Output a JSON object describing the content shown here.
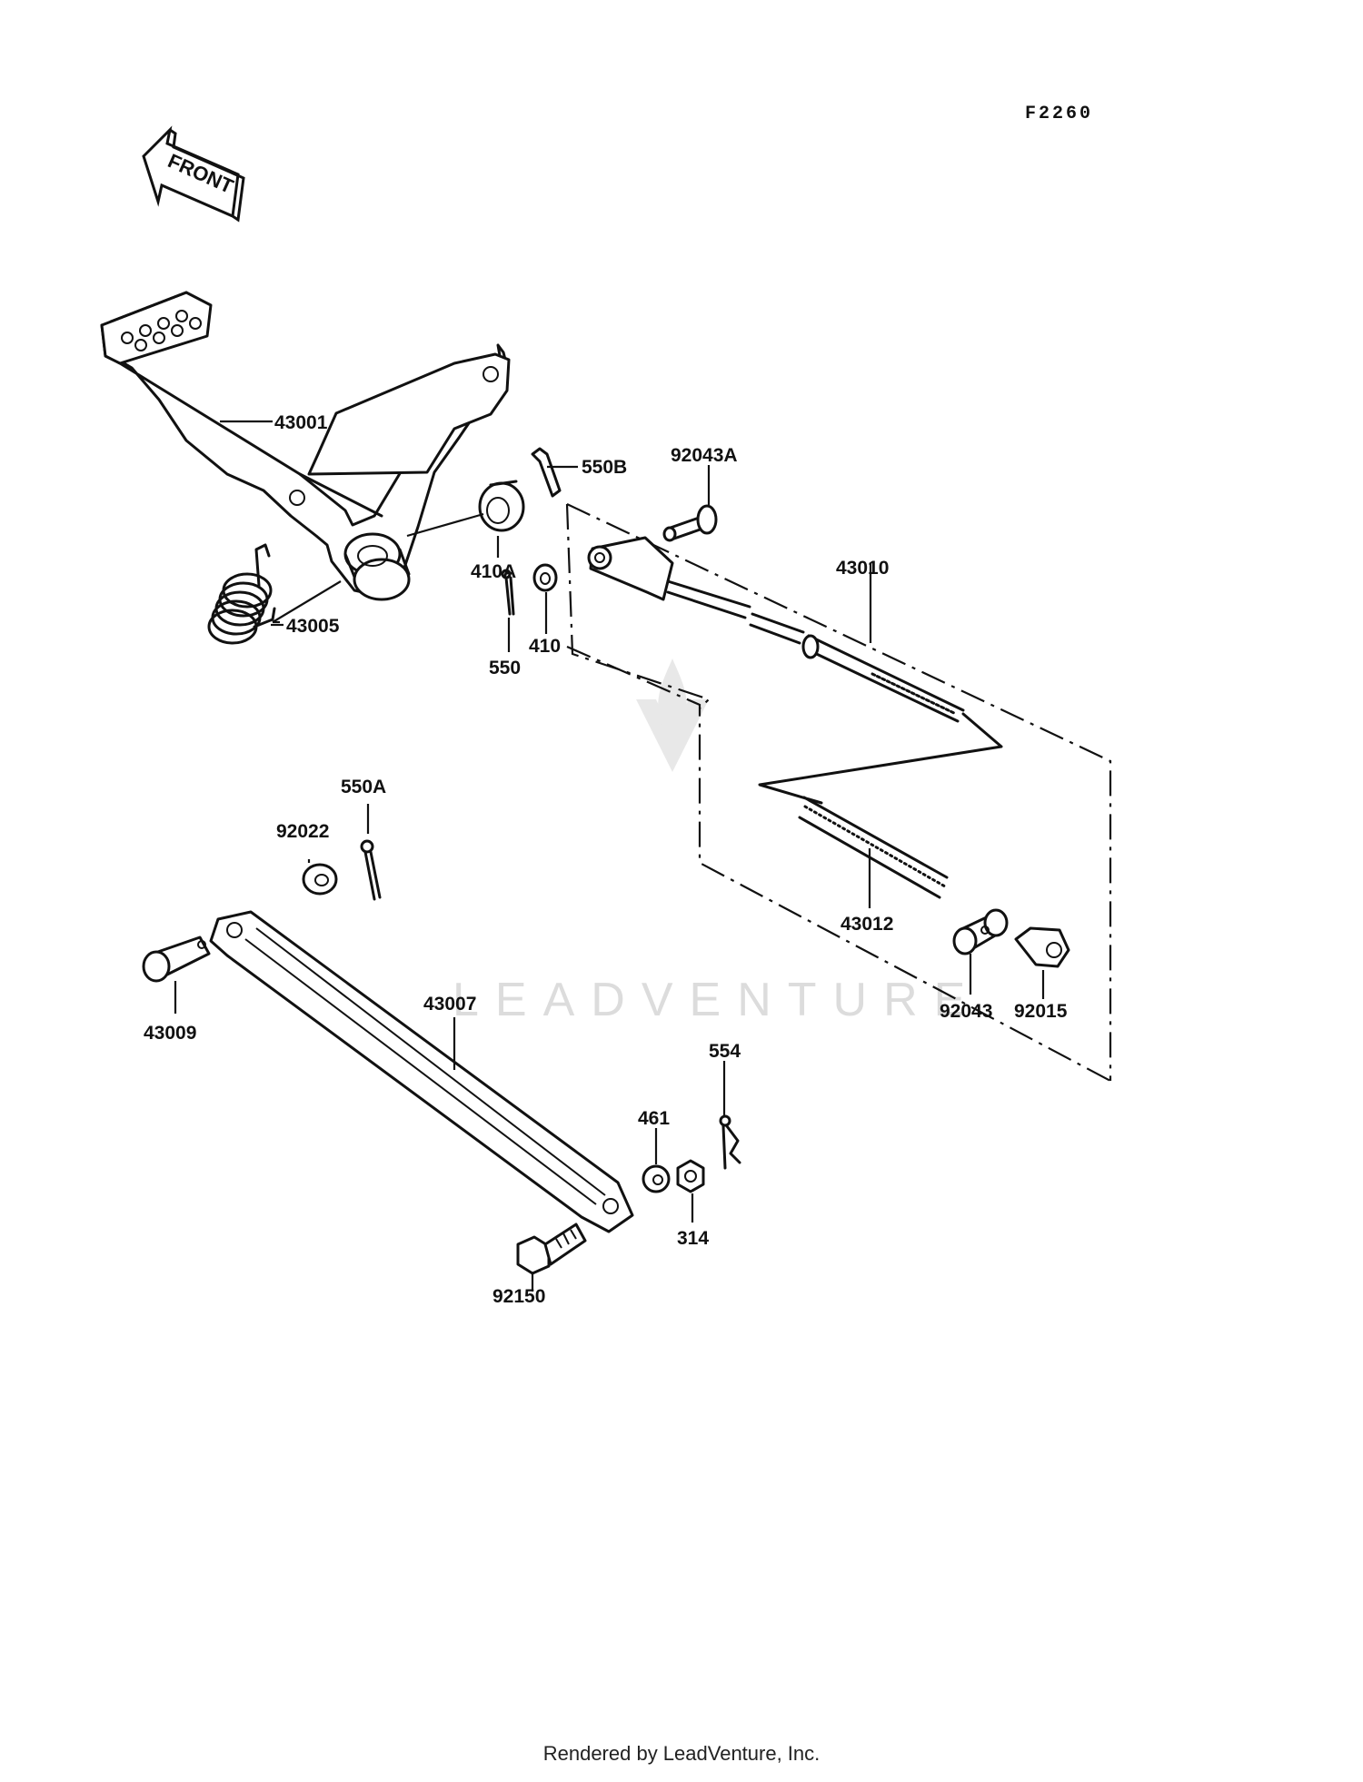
{
  "diagram_code": "F2260",
  "front_label": "FRONT",
  "watermark": "LEADVENTURE",
  "footer": "Rendered by LeadVenture, Inc.",
  "parts": {
    "p43001": "43001",
    "p550B": "550B",
    "p92043A": "92043A",
    "p410A": "410A",
    "p43010": "43010",
    "p43005": "43005",
    "p550": "550",
    "p410": "410",
    "p550A": "550A",
    "p92022": "92022",
    "p43012": "43012",
    "p92043": "92043",
    "p92015": "92015",
    "p43009": "43009",
    "p43007": "43007",
    "p554": "554",
    "p461": "461",
    "p314": "314",
    "p92150": "92150"
  }
}
